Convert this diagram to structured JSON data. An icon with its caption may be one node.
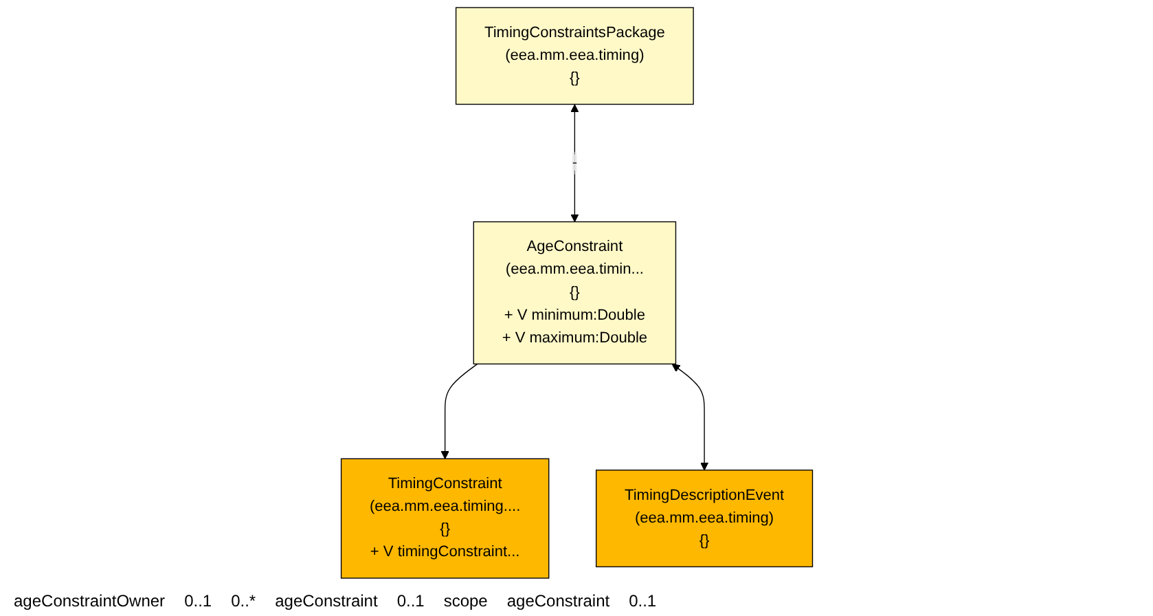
{
  "diagram": {
    "nodes": [
      {
        "text": [
          "TimingConstraint",
          "(eea.mm.eea.timing....",
          "{}",
          "+ V timingConstraint..."
        ]
      },
      {
        "text": [
          "TimingConstraintsPackage",
          "(eea.mm.eea.timing)",
          "{}"
        ]
      },
      {
        "text": [
          "AgeConstraint",
          "(eea.mm.eea.timin...",
          "{}",
          "+ V minimum:Double",
          "+ V maximum:Double"
        ]
      },
      {
        "text": [
          "TimingDescriptionEvent",
          "(eea.mm.eea.timing)",
          "{}"
        ]
      }
    ],
    "edges": [
      {
        "from": 2,
        "to": 0,
        "arrow": "to"
      },
      {
        "from": 1,
        "to": 2,
        "arrow": "both",
        "label": "-"
      },
      {
        "from": 2,
        "to": 3,
        "arrow": "both"
      }
    ],
    "labels": [
      "ageConstraintOwner",
      "0..1",
      "0..*",
      "ageConstraint",
      "0..1",
      "scope",
      "ageConstraint",
      "0..1"
    ]
  }
}
